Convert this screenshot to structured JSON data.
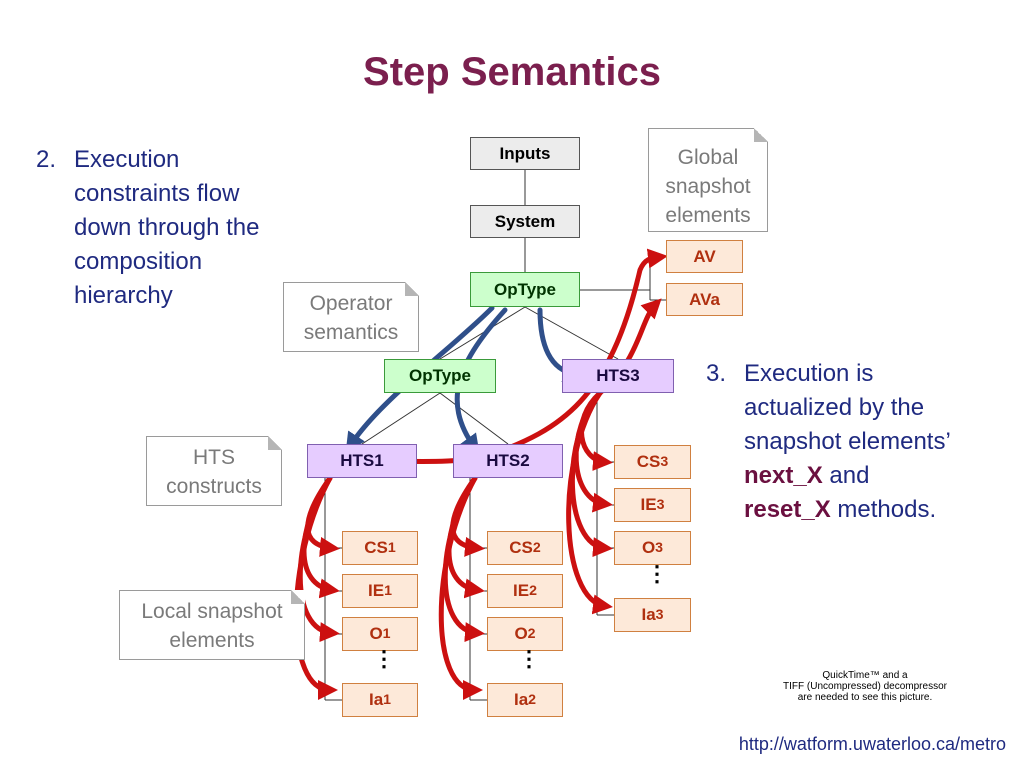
{
  "title": "Step Semantics",
  "point2": {
    "number": "2.",
    "lines": [
      "Execution",
      "constraints flow",
      "down through the",
      "composition",
      "hierarchy"
    ]
  },
  "point3": {
    "number": "3.",
    "line1": "Execution is",
    "line2": "actualized by the",
    "line3": "snapshot elements’",
    "kw1": "next_X",
    "and": " and",
    "kw2": "reset_X",
    "methods": " methods."
  },
  "notes": {
    "global": [
      "Global",
      "snapshot",
      "elements"
    ],
    "operator": [
      "Operator",
      "semantics"
    ],
    "hts": [
      "HTS",
      "constructs"
    ],
    "local": [
      "Local snapshot",
      "elements"
    ]
  },
  "boxes": {
    "inputs": "Inputs",
    "system": "System",
    "optype_top": "OpType",
    "optype_mid": "OpType",
    "hts1": "HTS1",
    "hts2": "HTS2",
    "hts3": "HTS3",
    "av": "AV",
    "ava": "AVa"
  },
  "elements": {
    "col1": [
      {
        "base": "CS",
        "sub": "1"
      },
      {
        "base": "IE",
        "sub": "1"
      },
      {
        "base": "O",
        "sub": "1"
      },
      {
        "base": "Ia",
        "sub": "1"
      }
    ],
    "col2": [
      {
        "base": "CS",
        "sub": "2"
      },
      {
        "base": "IE",
        "sub": "2"
      },
      {
        "base": "O",
        "sub": "2"
      },
      {
        "base": "Ia",
        "sub": "2"
      }
    ],
    "col3": [
      {
        "base": "CS",
        "sub": "3"
      },
      {
        "base": "IE",
        "sub": "3"
      },
      {
        "base": "O",
        "sub": "3"
      },
      {
        "base": "Ia",
        "sub": "3"
      }
    ]
  },
  "ellipsis": "⋮",
  "quicktime": [
    "QuickTime™ and a",
    "TIFF (Uncompressed) decompressor",
    "are needed to see this picture."
  ],
  "url": "http://watform.uwaterloo.ca/metro",
  "colors": {
    "title": "#7b1f4e",
    "text": "#1f2a80",
    "arrow_blue": "#2f4f8a",
    "arrow_red": "#cc1010"
  }
}
